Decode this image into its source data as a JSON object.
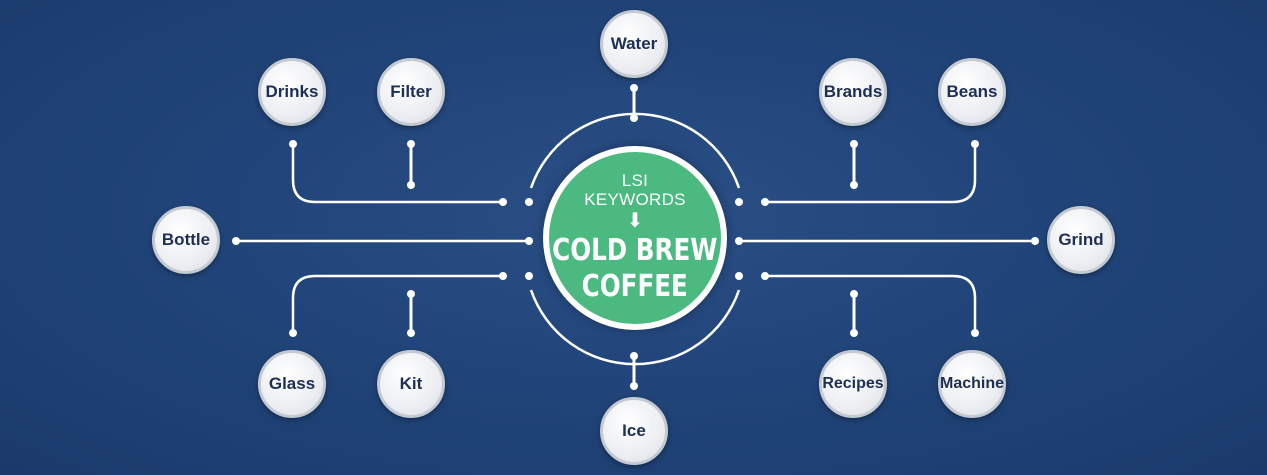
{
  "center": {
    "top_line_1": "LSI",
    "top_line_2": "KEYWORDS",
    "arrow": "⬇",
    "main_line_1": "COLD BREW",
    "main_line_2": "COFFEE"
  },
  "keywords": {
    "water": "Water",
    "drinks": "Drinks",
    "filter": "Filter",
    "brands": "Brands",
    "beans": "Beans",
    "bottle": "Bottle",
    "grind": "Grind",
    "glass": "Glass",
    "kit": "Kit",
    "recipes": "Recipes",
    "machine": "Machine",
    "ice": "Ice"
  },
  "colors": {
    "background": "#21457a",
    "center_fill": "#4bb980",
    "node_text": "#1d2f55",
    "connector": "#ffffff"
  }
}
